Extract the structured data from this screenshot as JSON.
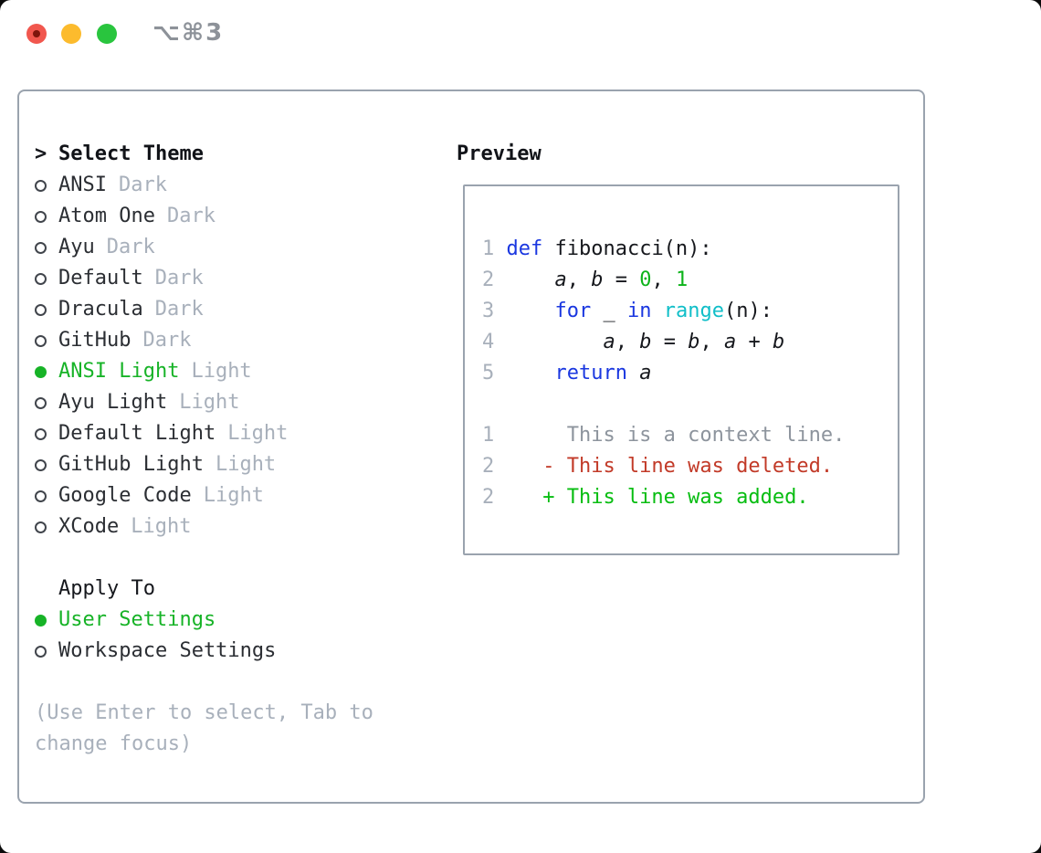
{
  "window": {
    "title": "⌥⌘3"
  },
  "theme_list": {
    "prompt": ">",
    "header": "Select Theme",
    "items": [
      {
        "name": "ANSI",
        "variant": "Dark",
        "selected": false
      },
      {
        "name": "Atom One",
        "variant": "Dark",
        "selected": false
      },
      {
        "name": "Ayu",
        "variant": "Dark",
        "selected": false
      },
      {
        "name": "Default",
        "variant": "Dark",
        "selected": false
      },
      {
        "name": "Dracula",
        "variant": "Dark",
        "selected": false
      },
      {
        "name": "GitHub",
        "variant": "Dark",
        "selected": false
      },
      {
        "name": "ANSI Light",
        "variant": "Light",
        "selected": true
      },
      {
        "name": "Ayu Light",
        "variant": "Light",
        "selected": false
      },
      {
        "name": "Default Light",
        "variant": "Light",
        "selected": false
      },
      {
        "name": "GitHub Light",
        "variant": "Light",
        "selected": false
      },
      {
        "name": "Google Code",
        "variant": "Light",
        "selected": false
      },
      {
        "name": "XCode",
        "variant": "Light",
        "selected": false
      }
    ]
  },
  "apply_to": {
    "header": "Apply To",
    "options": [
      {
        "label": "User Settings",
        "selected": true
      },
      {
        "label": "Workspace Settings",
        "selected": false
      }
    ]
  },
  "hint": [
    "(Use Enter to select, Tab to",
    "change focus)"
  ],
  "preview": {
    "header": "Preview",
    "code_lines": [
      {
        "num": "1",
        "tokens": [
          {
            "t": "def",
            "c": "kw"
          },
          {
            "t": " fibonacci(n):",
            "c": "plain"
          }
        ]
      },
      {
        "num": "2",
        "tokens": [
          {
            "t": "    ",
            "c": "plain"
          },
          {
            "t": "a",
            "c": "var"
          },
          {
            "t": ", ",
            "c": "plain"
          },
          {
            "t": "b",
            "c": "var"
          },
          {
            "t": " = ",
            "c": "plain"
          },
          {
            "t": "0",
            "c": "num"
          },
          {
            "t": ", ",
            "c": "plain"
          },
          {
            "t": "1",
            "c": "num"
          }
        ]
      },
      {
        "num": "3",
        "tokens": [
          {
            "t": "    ",
            "c": "plain"
          },
          {
            "t": "for",
            "c": "kw"
          },
          {
            "t": " _ ",
            "c": "plain"
          },
          {
            "t": "in",
            "c": "kw"
          },
          {
            "t": " ",
            "c": "plain"
          },
          {
            "t": "range",
            "c": "fn"
          },
          {
            "t": "(n):",
            "c": "plain"
          }
        ]
      },
      {
        "num": "4",
        "tokens": [
          {
            "t": "        ",
            "c": "plain"
          },
          {
            "t": "a",
            "c": "var"
          },
          {
            "t": ", ",
            "c": "plain"
          },
          {
            "t": "b",
            "c": "var"
          },
          {
            "t": " = ",
            "c": "plain"
          },
          {
            "t": "b",
            "c": "var"
          },
          {
            "t": ", ",
            "c": "plain"
          },
          {
            "t": "a",
            "c": "var"
          },
          {
            "t": " + ",
            "c": "plain"
          },
          {
            "t": "b",
            "c": "var"
          }
        ]
      },
      {
        "num": "5",
        "tokens": [
          {
            "t": "    ",
            "c": "plain"
          },
          {
            "t": "return",
            "c": "kw"
          },
          {
            "t": " ",
            "c": "plain"
          },
          {
            "t": "a",
            "c": "var"
          }
        ]
      },
      {
        "num": "",
        "tokens": []
      },
      {
        "num": "1",
        "tokens": [
          {
            "t": "     This is a context line.",
            "c": "ctx"
          }
        ]
      },
      {
        "num": "2",
        "tokens": [
          {
            "t": "   - This line was deleted.",
            "c": "del"
          }
        ]
      },
      {
        "num": "2",
        "tokens": [
          {
            "t": "   + This line was added.",
            "c": "add"
          }
        ]
      }
    ]
  },
  "colors": {
    "accent_green": "#17b327",
    "keyword_blue": "#1a37e0",
    "builtin_cyan": "#10bec8",
    "number_green": "#0db31a",
    "diff_red": "#c23a28",
    "diff_green": "#07bd11",
    "dim_gray": "#a8b0bb",
    "context_gray": "#8d949d",
    "border_gray": "#9aa3ae",
    "title_gray": "#8d9299",
    "traffic_red": "#f1574e",
    "traffic_yellow": "#fcbb2d",
    "traffic_green": "#29c53e"
  }
}
